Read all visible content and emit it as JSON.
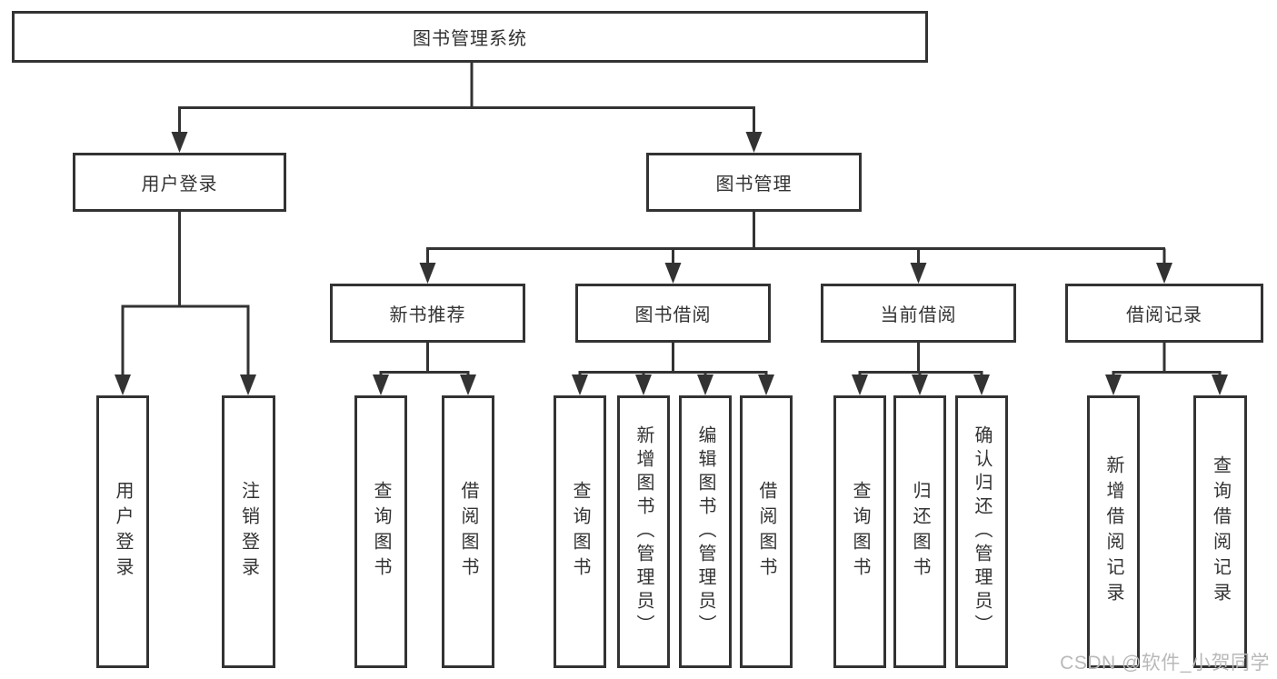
{
  "tree": {
    "root": {
      "label": "图书管理系统"
    },
    "branches": [
      {
        "label": "用户登录",
        "children": [
          {
            "label": "用户登录"
          },
          {
            "label": "注销登录"
          }
        ]
      },
      {
        "label": "图书管理",
        "children": [
          {
            "label": "新书推荐",
            "children": [
              {
                "label": "查询图书"
              },
              {
                "label": "借阅图书"
              }
            ]
          },
          {
            "label": "图书借阅",
            "children": [
              {
                "label": "查询图书"
              },
              {
                "label": "新增图书（管理员）"
              },
              {
                "label": "编辑图书（管理员）"
              },
              {
                "label": "借阅图书"
              }
            ]
          },
          {
            "label": "当前借阅",
            "children": [
              {
                "label": "查询图书"
              },
              {
                "label": "归还图书"
              },
              {
                "label": "确认归还（管理员）"
              }
            ]
          },
          {
            "label": "借阅记录",
            "children": [
              {
                "label": "新增借阅记录"
              },
              {
                "label": "查询借阅记录"
              }
            ]
          }
        ]
      }
    ]
  },
  "watermark": {
    "text": "CSDN @软件_小贺同学"
  },
  "colors": {
    "line": "#333333",
    "text": "#333333",
    "watermark": "#b9b9b9",
    "background": "#ffffff"
  }
}
